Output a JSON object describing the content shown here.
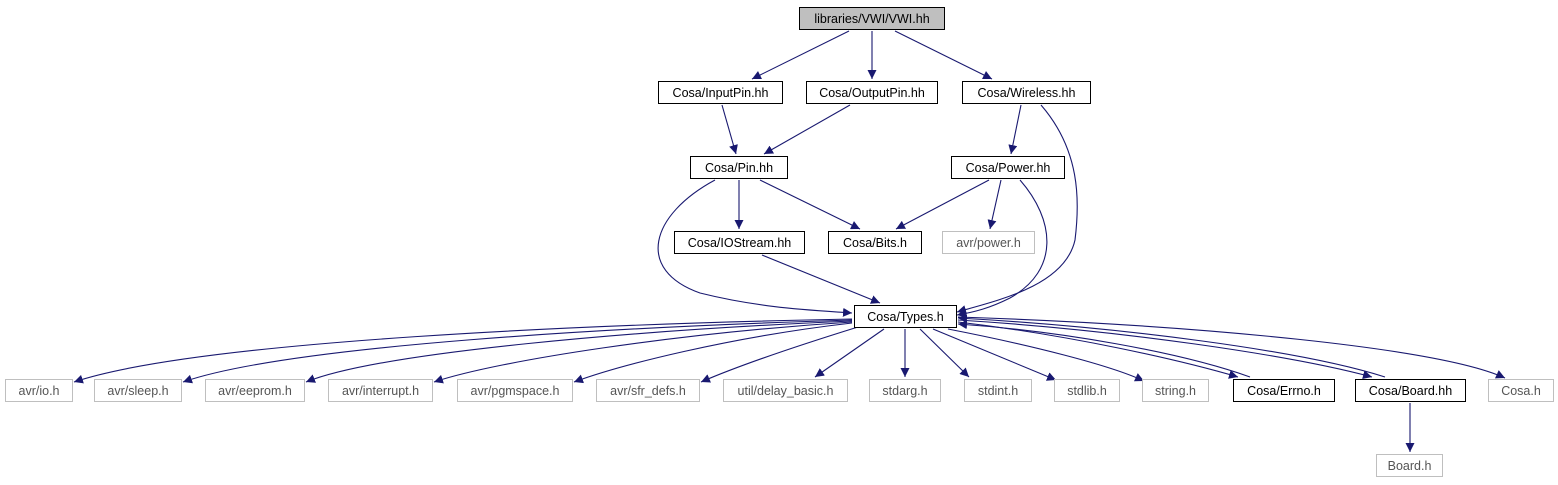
{
  "diagram": {
    "nodes": [
      {
        "id": "vwi",
        "label": "libraries/VWI/VWI.hh",
        "kind": "current"
      },
      {
        "id": "inputpin",
        "label": "Cosa/InputPin.hh",
        "kind": "documented"
      },
      {
        "id": "outputpin",
        "label": "Cosa/OutputPin.hh",
        "kind": "documented"
      },
      {
        "id": "wireless",
        "label": "Cosa/Wireless.hh",
        "kind": "documented"
      },
      {
        "id": "pin",
        "label": "Cosa/Pin.hh",
        "kind": "documented"
      },
      {
        "id": "power",
        "label": "Cosa/Power.hh",
        "kind": "documented"
      },
      {
        "id": "iostream",
        "label": "Cosa/IOStream.hh",
        "kind": "documented"
      },
      {
        "id": "bits",
        "label": "Cosa/Bits.h",
        "kind": "documented"
      },
      {
        "id": "avrpower",
        "label": "avr/power.h",
        "kind": "external"
      },
      {
        "id": "types",
        "label": "Cosa/Types.h",
        "kind": "documented"
      },
      {
        "id": "avrio",
        "label": "avr/io.h",
        "kind": "external"
      },
      {
        "id": "avrsleep",
        "label": "avr/sleep.h",
        "kind": "external"
      },
      {
        "id": "avreeprom",
        "label": "avr/eeprom.h",
        "kind": "external"
      },
      {
        "id": "avrint",
        "label": "avr/interrupt.h",
        "kind": "external"
      },
      {
        "id": "avrpgm",
        "label": "avr/pgmspace.h",
        "kind": "external"
      },
      {
        "id": "avrsfr",
        "label": "avr/sfr_defs.h",
        "kind": "external"
      },
      {
        "id": "delay",
        "label": "util/delay_basic.h",
        "kind": "external"
      },
      {
        "id": "stdarg",
        "label": "stdarg.h",
        "kind": "external"
      },
      {
        "id": "stdint",
        "label": "stdint.h",
        "kind": "external"
      },
      {
        "id": "stdlib",
        "label": "stdlib.h",
        "kind": "external"
      },
      {
        "id": "string",
        "label": "string.h",
        "kind": "external"
      },
      {
        "id": "errno",
        "label": "Cosa/Errno.h",
        "kind": "documented"
      },
      {
        "id": "board",
        "label": "Cosa/Board.hh",
        "kind": "documented"
      },
      {
        "id": "cosa",
        "label": "Cosa.h",
        "kind": "external"
      },
      {
        "id": "boardh",
        "label": "Board.h",
        "kind": "external"
      }
    ],
    "edges": [
      {
        "from": "vwi",
        "to": "inputpin"
      },
      {
        "from": "vwi",
        "to": "outputpin"
      },
      {
        "from": "vwi",
        "to": "wireless"
      },
      {
        "from": "inputpin",
        "to": "pin"
      },
      {
        "from": "outputpin",
        "to": "pin"
      },
      {
        "from": "wireless",
        "to": "power"
      },
      {
        "from": "wireless",
        "to": "types"
      },
      {
        "from": "pin",
        "to": "iostream"
      },
      {
        "from": "pin",
        "to": "bits"
      },
      {
        "from": "pin",
        "to": "types"
      },
      {
        "from": "power",
        "to": "bits"
      },
      {
        "from": "power",
        "to": "avrpower"
      },
      {
        "from": "power",
        "to": "types"
      },
      {
        "from": "iostream",
        "to": "types"
      },
      {
        "from": "types",
        "to": "avrio"
      },
      {
        "from": "types",
        "to": "avrsleep"
      },
      {
        "from": "types",
        "to": "avreeprom"
      },
      {
        "from": "types",
        "to": "avrint"
      },
      {
        "from": "types",
        "to": "avrpgm"
      },
      {
        "from": "types",
        "to": "avrsfr"
      },
      {
        "from": "types",
        "to": "delay"
      },
      {
        "from": "types",
        "to": "stdarg"
      },
      {
        "from": "types",
        "to": "stdint"
      },
      {
        "from": "types",
        "to": "stdlib"
      },
      {
        "from": "types",
        "to": "string"
      },
      {
        "from": "types",
        "to": "errno"
      },
      {
        "from": "types",
        "to": "board"
      },
      {
        "from": "types",
        "to": "cosa"
      },
      {
        "from": "errno",
        "to": "types"
      },
      {
        "from": "board",
        "to": "types"
      },
      {
        "from": "board",
        "to": "boardh"
      }
    ],
    "colors": {
      "edge": "#191970",
      "current_fill": "#bfbfbf",
      "documented_border": "#000000",
      "external_border": "#bfbfbf",
      "external_text": "#555555"
    }
  }
}
